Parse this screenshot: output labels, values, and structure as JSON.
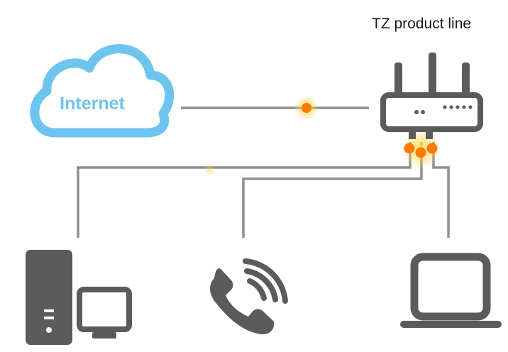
{
  "router": {
    "label": "TZ product line",
    "icon": "router-icon"
  },
  "cloud": {
    "label": "Internet",
    "icon": "cloud-icon"
  },
  "devices": [
    {
      "name": "desktop-computer",
      "icon": "desktop-computer-icon"
    },
    {
      "name": "phone",
      "icon": "phone-icon"
    },
    {
      "name": "laptop",
      "icon": "laptop-icon"
    }
  ],
  "colors": {
    "cloud": "#6ec4ee",
    "device": "#5b5b5b",
    "link": "#8e8e8e",
    "signal": "#ff7a00",
    "glow": "#ffd54a"
  }
}
